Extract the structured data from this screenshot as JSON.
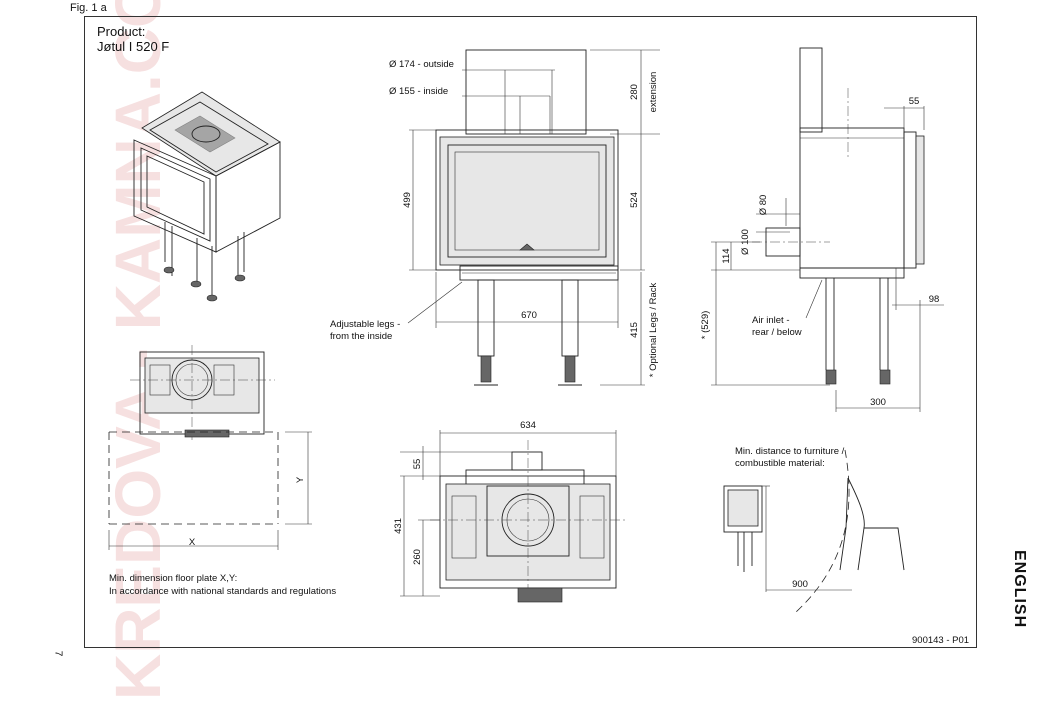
{
  "header": {
    "fig_label": "Fig. 1 a"
  },
  "product": {
    "line1": "Product:",
    "line2": "Jøtul I 520 F"
  },
  "watermark": {
    "text": "KREDOVA - KAMNA.COM"
  },
  "side_label": "ENGLISH",
  "page_number": "7",
  "drawing_number": "900143 - P01",
  "front_view": {
    "flue_outside": "Ø 174  - outside",
    "flue_inside": "Ø 155  - inside",
    "extension_value": "280",
    "extension_label": "extension",
    "height_left": "499",
    "height_right": "524",
    "width": "670",
    "legs_height": "415",
    "legs_label": "* Optional Legs / Rack",
    "adjustable_legs_1": "Adjustable legs -",
    "adjustable_legs_2": "from the inside"
  },
  "side_view": {
    "top_offset": "55",
    "pipe_80": "Ø 80",
    "pipe_100": "Ø 100",
    "air_height": "114",
    "total_height": "* (529)",
    "air_inlet_1": "Air inlet -",
    "air_inlet_2": "rear / below",
    "right_offset": "98",
    "depth": "300"
  },
  "top_view": {
    "width": "634",
    "top_offset": "55",
    "depth": "431",
    "center_depth": "260"
  },
  "floor_plate": {
    "x_label": "X",
    "y_label": "Y",
    "note_1": "Min. dimension floor plate X,Y:",
    "note_2": "In accordance with national standards and regulations"
  },
  "clearance": {
    "note_1": "Min. distance to furniture /",
    "note_2": "combustible material:",
    "distance": "900"
  },
  "colors": {
    "line": "#222222",
    "watermark": "#f2d2d2",
    "paper": "#ffffff"
  }
}
